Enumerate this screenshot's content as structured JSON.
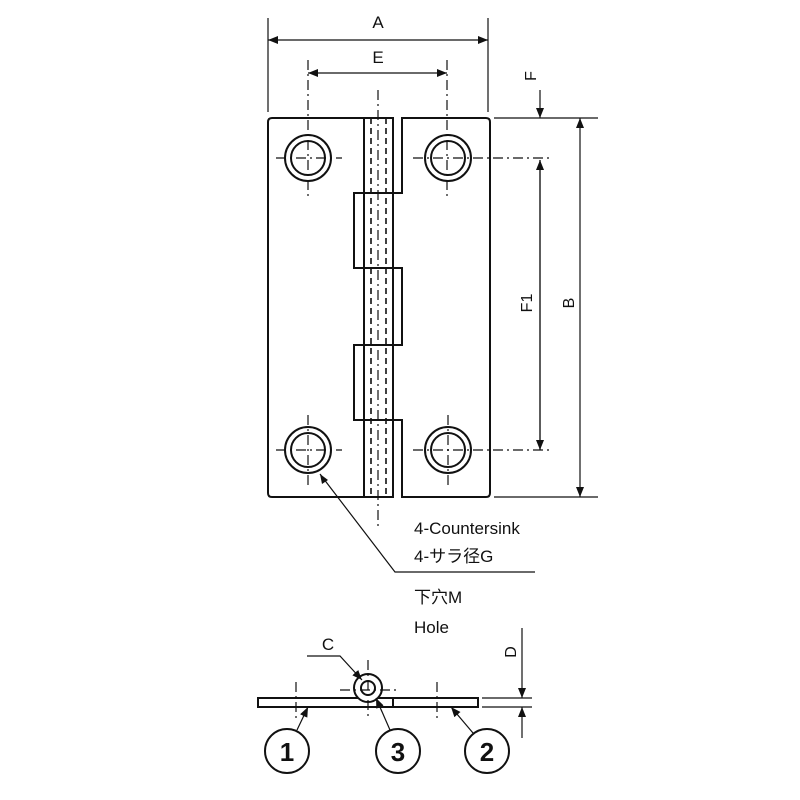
{
  "dimensions": {
    "a": "A",
    "e": "E",
    "f": "F",
    "f1": "F1",
    "b": "B",
    "c": "C",
    "d": "D"
  },
  "notes": {
    "countersink_en": "4-Countersink",
    "countersink_jp": "4-サラ径G",
    "hole_jp": "下穴M",
    "hole_en": "Hole"
  },
  "parts": [
    "1",
    "3",
    "2"
  ]
}
